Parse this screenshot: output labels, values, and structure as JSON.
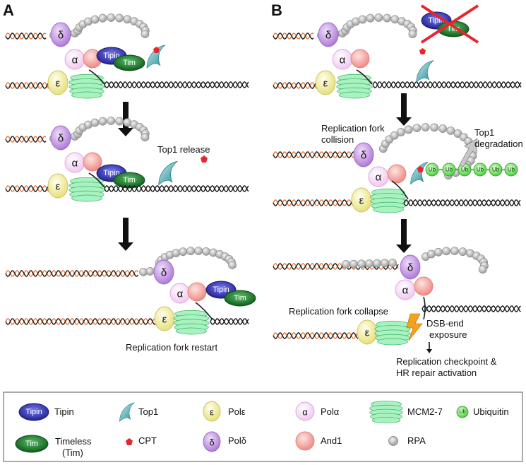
{
  "panels": {
    "a_letter": "A",
    "b_letter": "B"
  },
  "labels": {
    "top1_release": "Top1 release",
    "fork_restart": "Replication fork restart",
    "fork_collision_1": "Replication fork",
    "fork_collision_2": "collision",
    "top1_degradation_1": "Top1",
    "top1_degradation_2": "degradation",
    "fork_collapse": "Replication fork collapse",
    "dsb_1": "DSB-end",
    "dsb_2": "exposure",
    "checkpoint_1": "Replication checkpoint &",
    "checkpoint_2": "HR repair activation"
  },
  "glyphs": {
    "tipin": "Tipin",
    "tim": "Tim",
    "delta": "δ",
    "alpha": "α",
    "epsilon": "ε",
    "ub": "Ub"
  },
  "legend": {
    "tipin": "Tipin",
    "top1": "Top1",
    "pol_e": "Polε",
    "pol_a": "Polα",
    "mcm": "MCM2-7",
    "ubiquitin": "Ubiquitin",
    "timeless_1": "Timeless",
    "timeless_2": "(Tim)",
    "cpt": "CPT",
    "pol_d": "Polδ",
    "and1": "And1",
    "rpa": "RPA"
  },
  "colors": {
    "tipin": "#2b2ba8",
    "tim": "#1e7a2e",
    "pol_delta": "#c89ae6",
    "pol_alpha": "#fbe3fb",
    "pol_epsilon": "#f6f2a6",
    "and1": "#f4a5a0",
    "mcm": "#9ff0b8",
    "rpa": "#bdbdbd",
    "ubiquitin": "#7ef06a",
    "top1": "#2a9aa0",
    "cpt": "#e8242c",
    "dna_black": "#1a1a1a",
    "dna_orange": "#e87a3c"
  }
}
